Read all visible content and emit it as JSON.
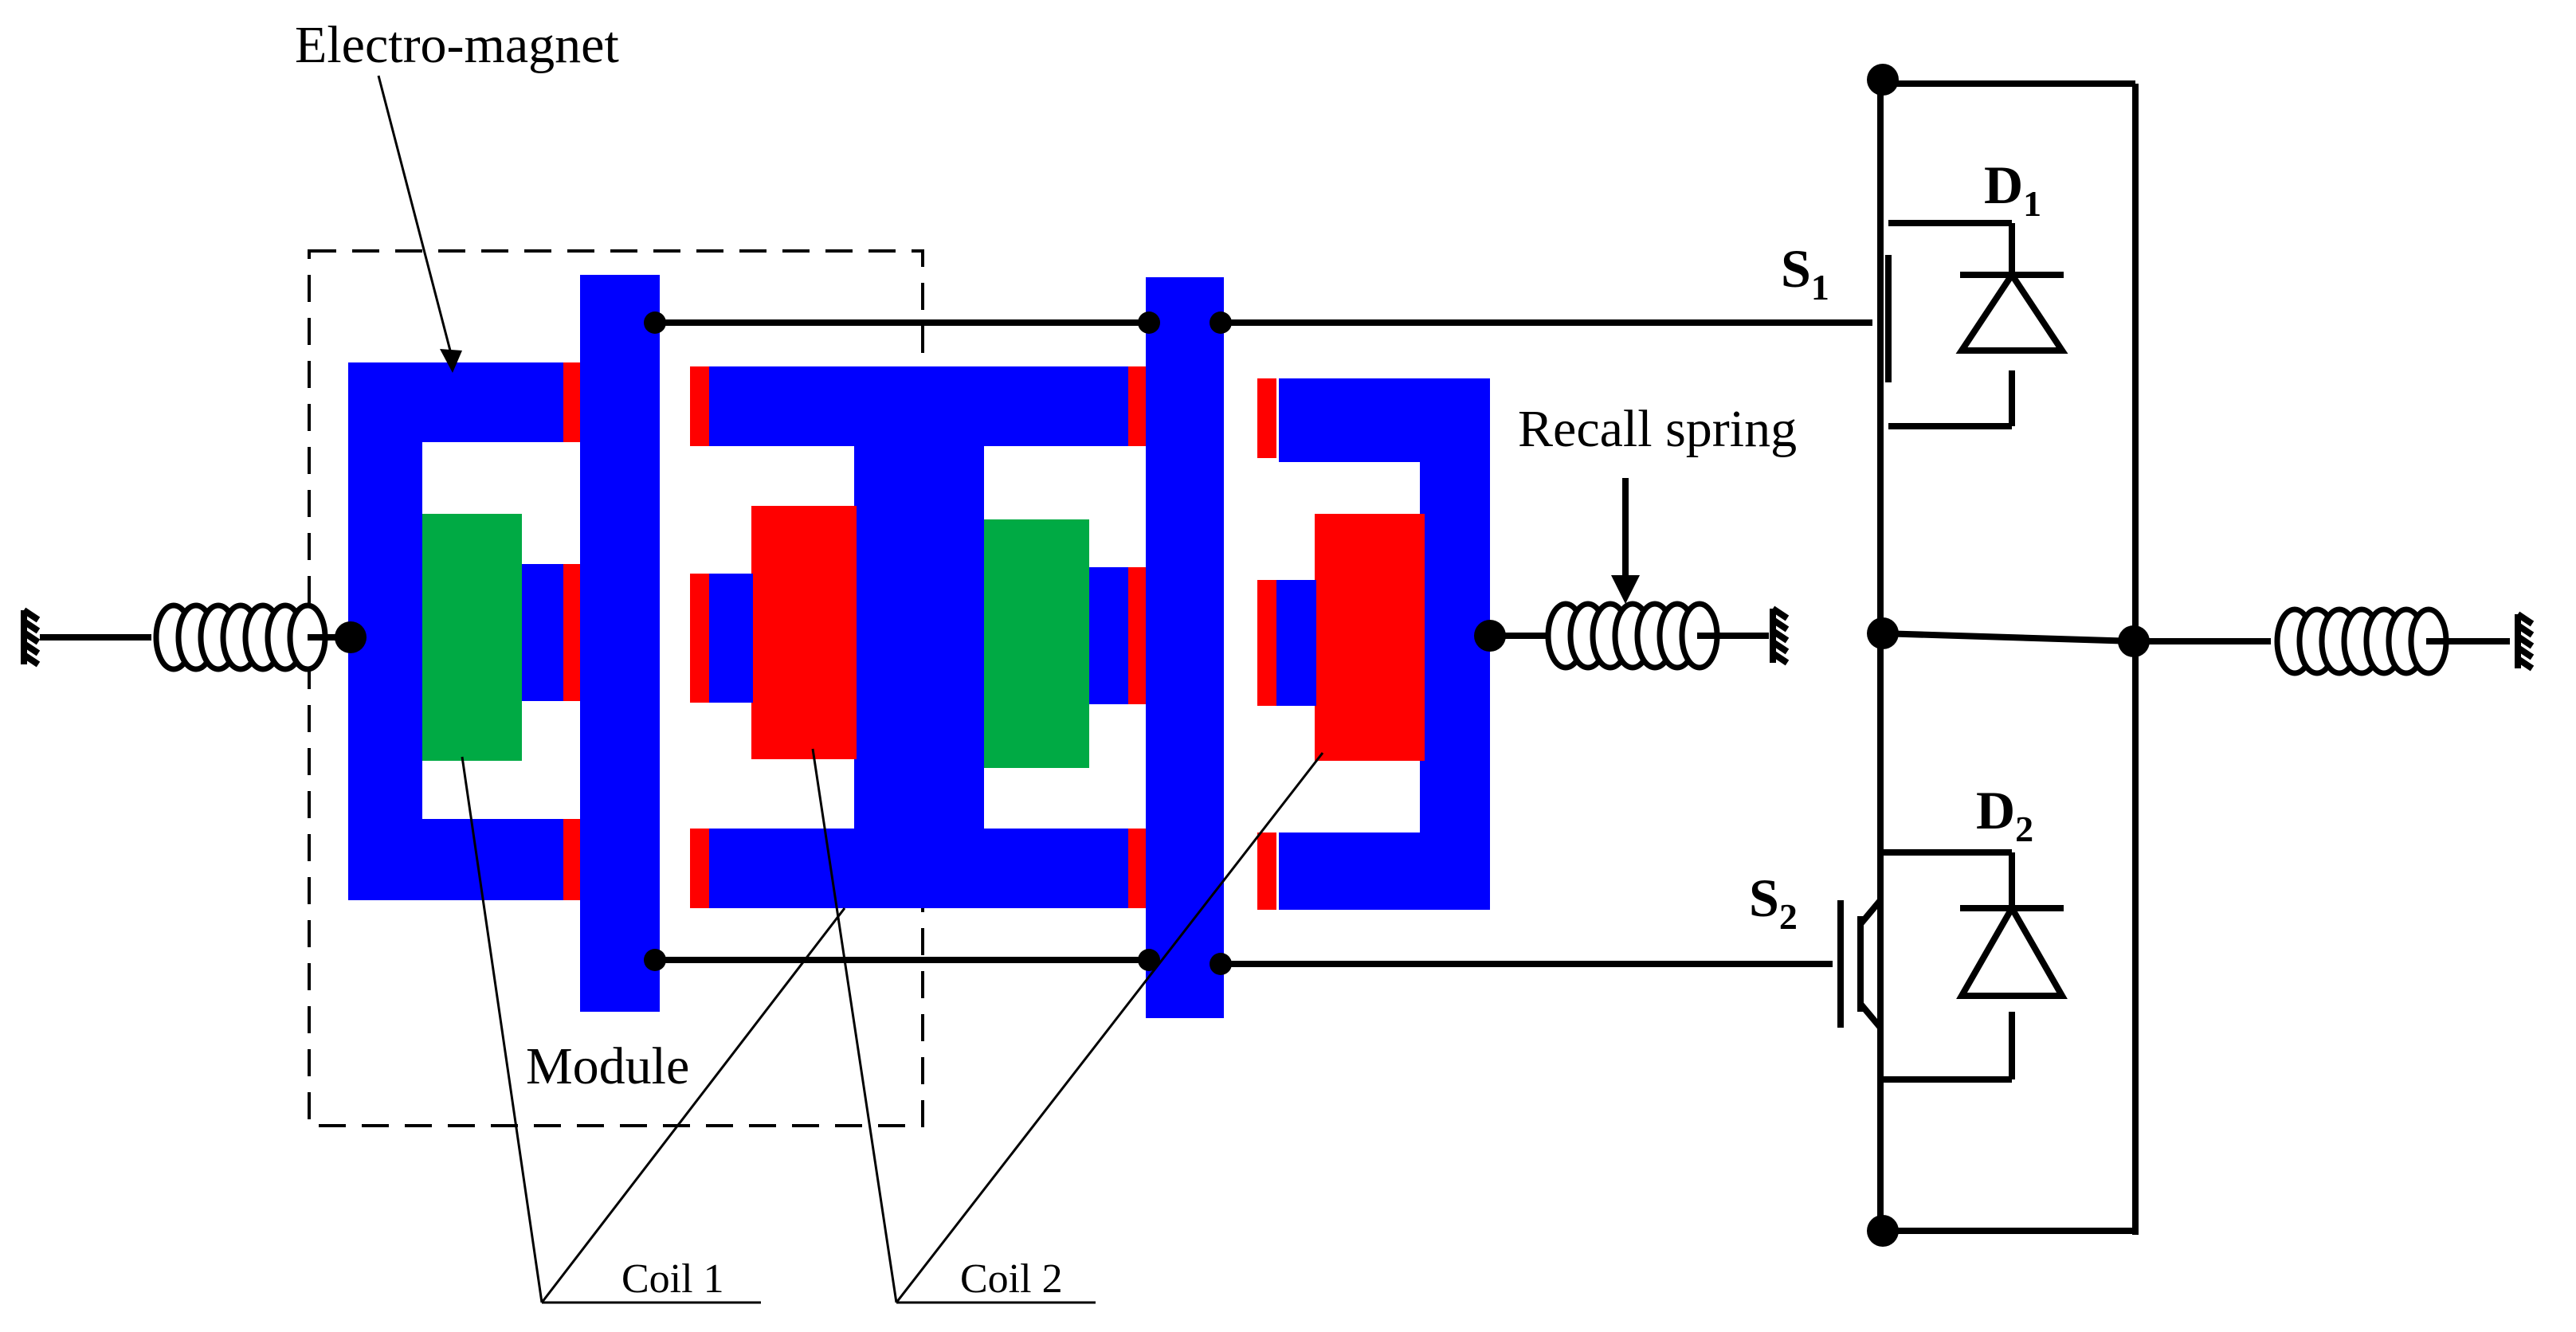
{
  "labels": {
    "electromagnet": "Electro-magnet",
    "module": "Module",
    "recall_spring": "Recall spring",
    "coil1": "Coil 1",
    "coil2": "Coil 2"
  },
  "devices": {
    "d1": {
      "letter": "D",
      "sub": "1"
    },
    "d2": {
      "letter": "D",
      "sub": "2"
    },
    "s1": {
      "letter": "S",
      "sub": "1"
    },
    "s2": {
      "letter": "S",
      "sub": "2"
    }
  },
  "colors": {
    "core": "#0000ff",
    "coil1": "#00aa44",
    "coil2": "#ff0000",
    "wire": "#000000"
  },
  "icons": [
    "spring-icon",
    "ground-icon",
    "diode-icon",
    "transistor-icon",
    "junction-dot-icon"
  ]
}
